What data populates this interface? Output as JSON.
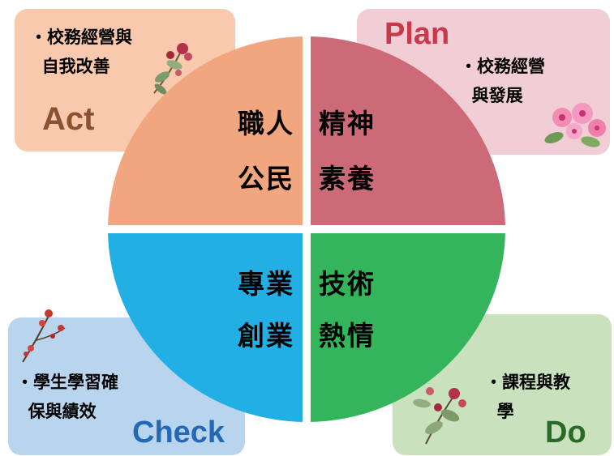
{
  "boxes": {
    "act": {
      "label": "Act",
      "bullet": "・校務經營與\n  自我改善",
      "color": "#f8c9ad"
    },
    "plan": {
      "label": "Plan",
      "bullet": "・校務經營\n  與發展",
      "color": "#f1cdd6"
    },
    "check": {
      "label": "Check",
      "bullet": "・學生學習確\n  保與績效",
      "color": "#b9d5ee"
    },
    "do": {
      "label": "Do",
      "bullet": "・課程與教\n  學",
      "color": "#c9e2bd"
    }
  },
  "circle": {
    "quadrant_colors": {
      "top_left": "#f2a67f",
      "top_right": "#cc6a78",
      "bottom_left": "#22b0e4",
      "bottom_right": "#34b45b"
    },
    "top_left": [
      "職人",
      "公民"
    ],
    "top_right": [
      "精神",
      "素養"
    ],
    "bottom_left": [
      "專業",
      "創業"
    ],
    "bottom_right": [
      "技術",
      "熱情"
    ]
  },
  "decorations": [
    "flower-branch-icon",
    "pink-flowers-icon",
    "red-flowers-branch-icon",
    "red-flowers-leaves-icon"
  ]
}
